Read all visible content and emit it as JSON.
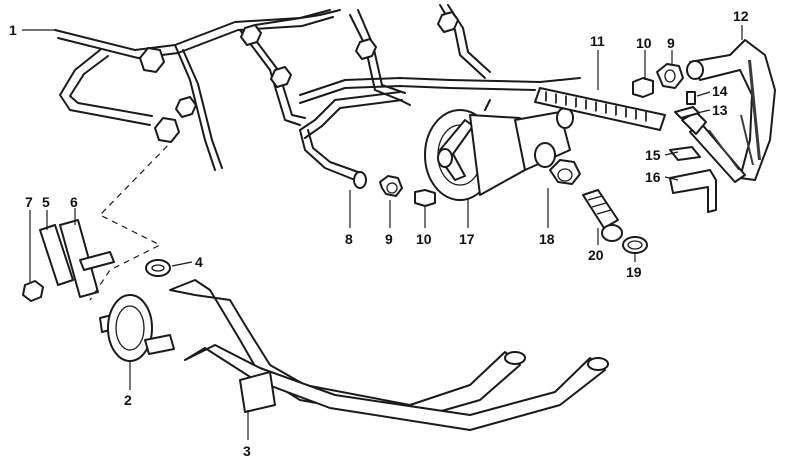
{
  "callouts": {
    "c1": "1",
    "c2": "2",
    "c3": "3",
    "c4": "4",
    "c5": "5",
    "c6": "6",
    "c7": "7",
    "c8": "8",
    "c9a": "9",
    "c10a": "10",
    "c17": "17",
    "c18": "18",
    "c20": "20",
    "c19": "19",
    "c11": "11",
    "c10b": "10",
    "c9b": "9",
    "c12": "12",
    "c14": "14",
    "c13": "13",
    "c15": "15",
    "c16": "16"
  },
  "colors": {
    "ink": "#1a1a1a",
    "background": "#ffffff"
  }
}
